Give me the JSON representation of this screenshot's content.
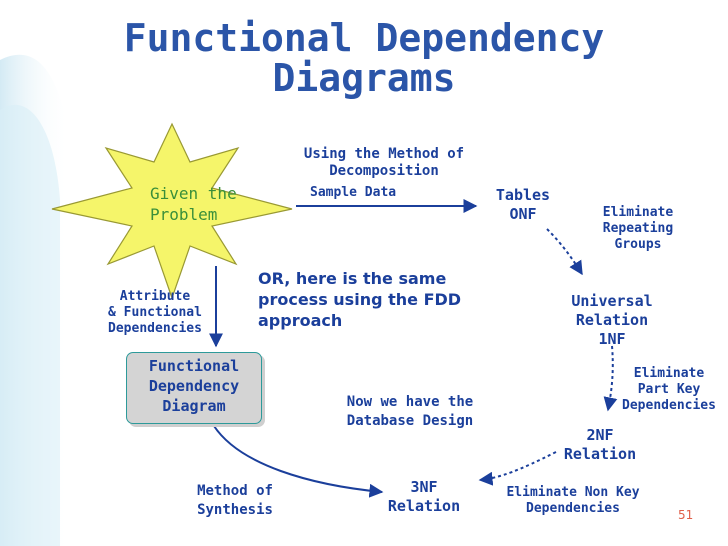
{
  "title_line1": "Functional Dependency",
  "title_line2": "Diagrams",
  "star_text_line1": "Given the",
  "star_text_line2": "Problem",
  "labels": {
    "using_method_line1": "Using the Method of",
    "using_method_line2": "Decomposition",
    "sample_data": "Sample Data",
    "attribute_line1": "Attribute",
    "attribute_line2": "& Functional",
    "attribute_line3": "Dependencies",
    "or_line1": "OR, here is the same",
    "or_line2": "process using the FDD",
    "or_line3": "approach",
    "eliminate_repeating_line1": "Eliminate",
    "eliminate_repeating_line2": "Repeating",
    "eliminate_repeating_line3": "Groups",
    "eliminate_partkey_line1": "Eliminate",
    "eliminate_partkey_line2": "Part Key",
    "eliminate_partkey_line3": "Dependencies",
    "now_line1": "Now we have the",
    "now_line2": "Database Design",
    "method_synthesis_line1": "Method of",
    "method_synthesis_line2": "Synthesis",
    "eliminate_nonkey_line1": "Eliminate Non Key",
    "eliminate_nonkey_line2": "Dependencies"
  },
  "nodes": {
    "tables_line1": "Tables",
    "tables_line2": "ONF",
    "universal_line1": "Universal",
    "universal_line2": "Relation",
    "universal_line3": "1NF",
    "twonf_line1": "2NF",
    "twonf_line2": "Relation",
    "threenf_line1": "3NF",
    "threenf_line2": "Relation",
    "fdd_line1": "Functional",
    "fdd_line2": "Dependency",
    "fdd_line3": "Diagram"
  },
  "page_number": "51",
  "colors": {
    "title": "#2b55a8",
    "text": "#1b3f9b",
    "star_fill": "#f5f56a",
    "star_text": "#3a8f3a",
    "fdd_box": "#d4d4d4",
    "page_number": "#e0604a"
  }
}
